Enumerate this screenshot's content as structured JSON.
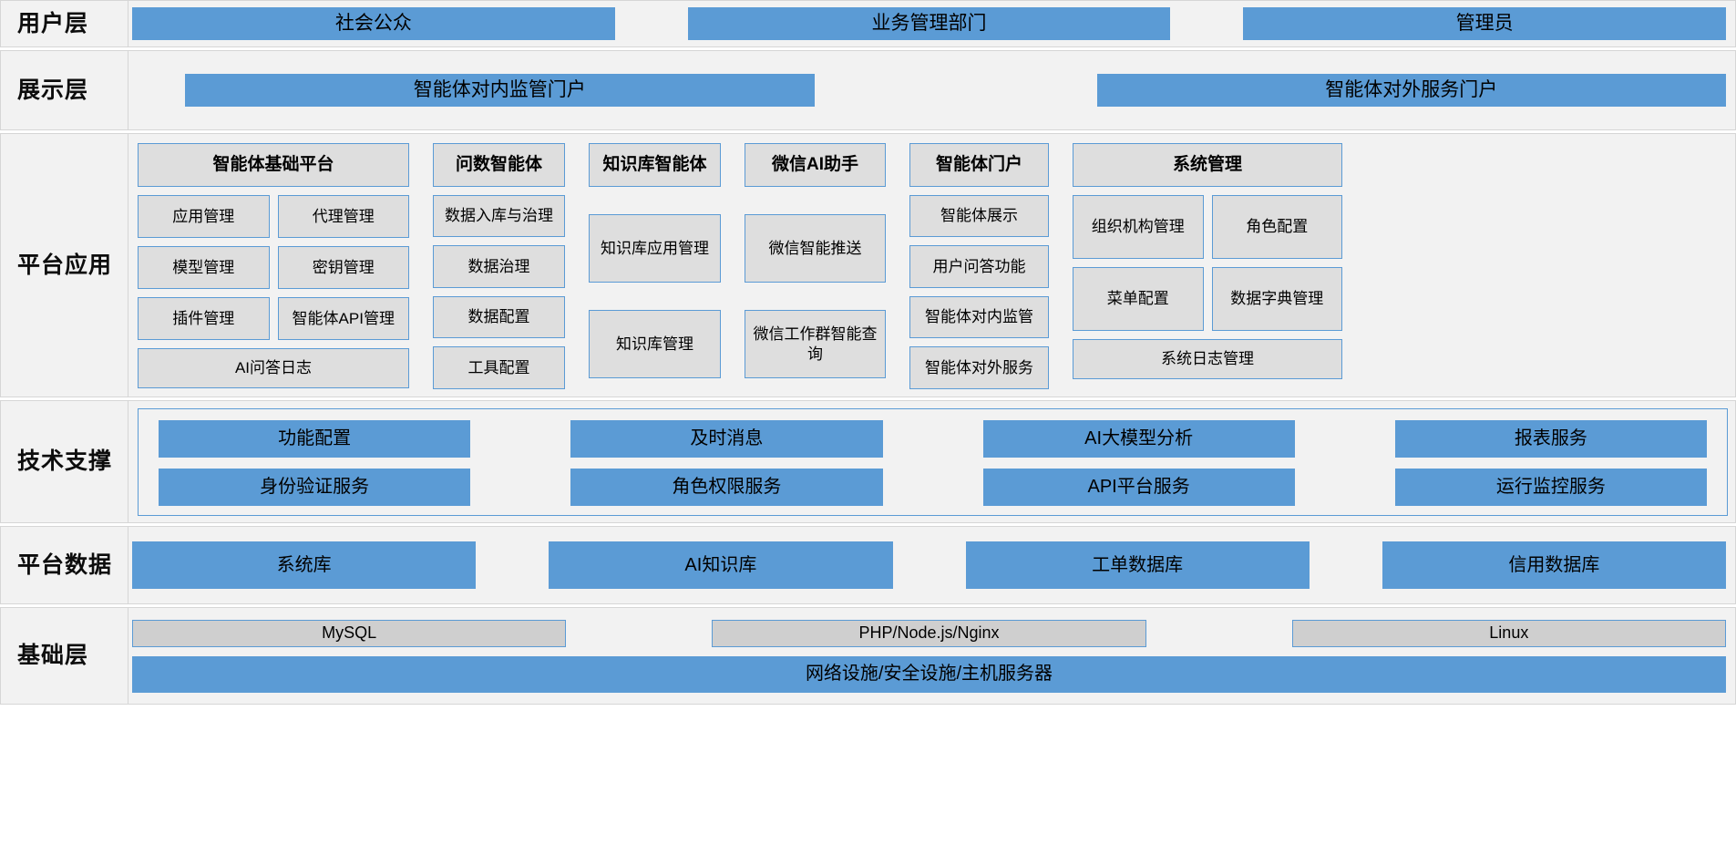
{
  "colors": {
    "blue": "#5b9bd5",
    "grey_box": "#dedede",
    "band_bg": "#f2f2f2",
    "infra_grey": "#cfcfcf"
  },
  "layers": {
    "user": {
      "label": "用户层",
      "items": [
        "社会公众",
        "业务管理部门",
        "管理员"
      ]
    },
    "presentation": {
      "label": "展示层",
      "items": [
        "智能体对内监管门户",
        "智能体对外服务门户"
      ]
    },
    "platform_app": {
      "label_line1": "平台",
      "label_line2": "应用",
      "columns": [
        {
          "head": "智能体基础平台",
          "pairs": [
            [
              "应用管理",
              "代理管理"
            ],
            [
              "模型管理",
              "密钥管理"
            ],
            [
              "插件管理",
              "智能体API管理"
            ]
          ],
          "wide": "AI问答日志"
        },
        {
          "head": "问数智能体",
          "items": [
            "数据入库与治理",
            "数据治理",
            "数据配置",
            "工具配置"
          ]
        },
        {
          "head": "知识库智能体",
          "items": [
            "知识库应用管理",
            "知识库管理"
          ]
        },
        {
          "head": "微信AI助手",
          "items": [
            "微信智能推送",
            "微信工作群智能查询"
          ]
        },
        {
          "head": "智能体门户",
          "items": [
            "智能体展示",
            "用户问答功能",
            "智能体对内监管",
            "智能体对外服务"
          ]
        },
        {
          "head": "系统管理",
          "pairs": [
            [
              "组织机构管理",
              "角色配置"
            ],
            [
              "菜单配置",
              "数据字典管理"
            ]
          ],
          "wide": "系统日志管理"
        }
      ]
    },
    "tech_support": {
      "label_line1": "技术",
      "label_line2": "支撑",
      "row1": [
        "功能配置",
        "及时消息",
        "AI大模型分析",
        "报表服务"
      ],
      "row2": [
        "身份验证服务",
        "角色权限服务",
        "API平台服务",
        "运行监控服务"
      ]
    },
    "platform_data": {
      "label_line1": "平台",
      "label_line2": "数据",
      "items": [
        "系统库",
        "AI知识库",
        "工单数据库",
        "信用数据库"
      ]
    },
    "infrastructure": {
      "label": "基础层",
      "top_items": [
        "MySQL",
        "PHP/Node.js/Nginx",
        "Linux"
      ],
      "wide": "网络设施/安全设施/主机服务器"
    }
  }
}
